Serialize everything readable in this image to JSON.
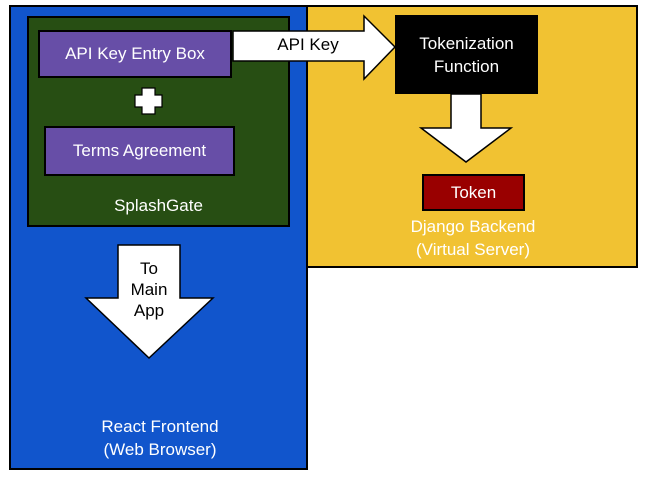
{
  "colors": {
    "backend_bg": "#F1C232",
    "frontend_bg": "#1155CC",
    "splashgate_bg": "#274E13",
    "entry_box_bg": "#674EA7",
    "function_bg": "#000000",
    "token_bg": "#990000",
    "arrow_fill": "#FFFFFF",
    "text_light": "#FFFFFF"
  },
  "backend": {
    "line1": "Django Backend",
    "line2": "(Virtual Server)"
  },
  "frontend": {
    "line1": "React Frontend",
    "line2": "(Web Browser)"
  },
  "splashgate": {
    "label": "SplashGate"
  },
  "api_key_entry_box": {
    "label": "API Key Entry Box"
  },
  "plus": {
    "icon": "plus-icon"
  },
  "terms_agreement": {
    "label": "Terms Agreement"
  },
  "tokenization_function": {
    "line1": "Tokenization",
    "line2": "Function"
  },
  "token": {
    "label": "Token"
  },
  "api_key_arrow": {
    "label": "API Key"
  },
  "to_main_app_arrow": {
    "line1": "To",
    "line2": "Main",
    "line3": "App"
  }
}
